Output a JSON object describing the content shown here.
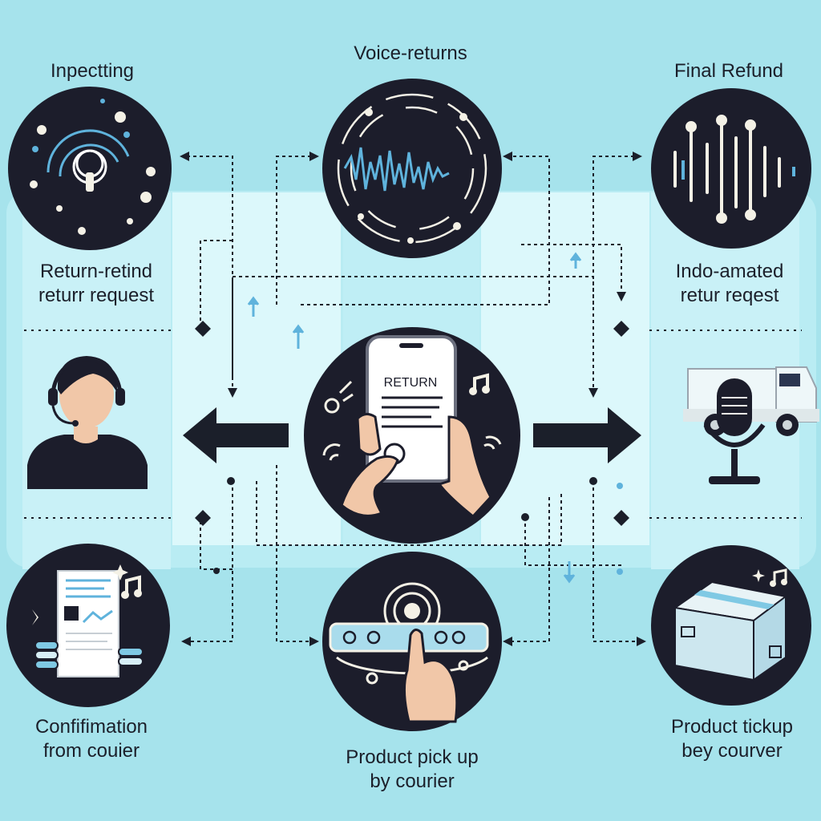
{
  "steps": {
    "inspecting": {
      "title": "Inpectting",
      "icon": "sound-target-icon"
    },
    "voice_returns": {
      "title": "Voice-returns",
      "icon": "soundwave-circle-icon"
    },
    "final_refund": {
      "title": "Final Refund",
      "icon": "soundwave-bars-icon"
    },
    "return_request_left": {
      "line1": "Return-retind",
      "line2": "returr request",
      "icon": "headset-agent-icon"
    },
    "return_request_right": {
      "line1": "Indo-amated",
      "line2": "retur reqest",
      "icon": "truck-microphone-icon"
    },
    "center": {
      "screen_text": "RETURN",
      "icon": "phone-in-hands-icon"
    },
    "confirmation": {
      "line1": "Confifimation",
      "line2": "from couier",
      "icon": "document-coins-icon"
    },
    "pickup_center": {
      "line1": "Product pick up",
      "line2": "by courier",
      "icon": "hand-press-button-icon"
    },
    "pickup_right": {
      "line1": "Product tickup",
      "line2": "bey courver",
      "icon": "package-box-icon"
    }
  },
  "colors": {
    "background": "#a6e3ec",
    "panel": "#cdf3f8",
    "circle": "#1c1d2b",
    "accent": "#5fb3dc",
    "line": "#1b1f2a"
  }
}
